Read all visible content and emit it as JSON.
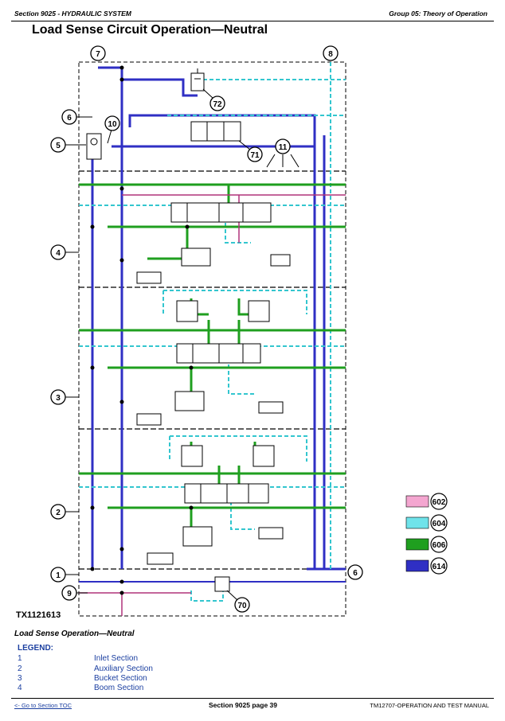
{
  "header": {
    "section": "Section 9025 - HYDRAULIC SYSTEM",
    "group": "Group 05: Theory of Operation"
  },
  "title": "Load Sense Circuit Operation—Neutral",
  "callouts": {
    "c7": "7",
    "c8": "8",
    "c6a": "6",
    "c5": "5",
    "c10": "10",
    "c72": "72",
    "c71": "71",
    "c11": "11",
    "c4": "4",
    "c3": "3",
    "c2": "2",
    "c1": "1",
    "c9": "9",
    "c6b": "6",
    "c70": "70"
  },
  "color_key": [
    {
      "code": "602",
      "color": "#f4a6d0"
    },
    {
      "code": "604",
      "color": "#6fe3ea"
    },
    {
      "code": "606",
      "color": "#1f9f1f"
    },
    {
      "code": "614",
      "color": "#2f2fc4"
    }
  ],
  "figure_id": "TX1121613",
  "caption": "Load Sense Operation—Neutral",
  "legend": {
    "heading": "LEGEND:",
    "items": [
      {
        "num": "1",
        "label": "Inlet Section"
      },
      {
        "num": "2",
        "label": "Auxiliary Section"
      },
      {
        "num": "3",
        "label": "Bucket Section"
      },
      {
        "num": "4",
        "label": "Boom Section"
      }
    ]
  },
  "footer": {
    "link": "<- Go to Section TOC",
    "page": "Section 9025 page 39",
    "manual": "TM12707-OPERATION AND TEST MANUAL"
  },
  "colors": {
    "pink": "#b0337a",
    "cyan": "#33c6cf",
    "green": "#1f9f1f",
    "blue": "#2f2fc4",
    "legend_text": "#1b3fa0"
  }
}
